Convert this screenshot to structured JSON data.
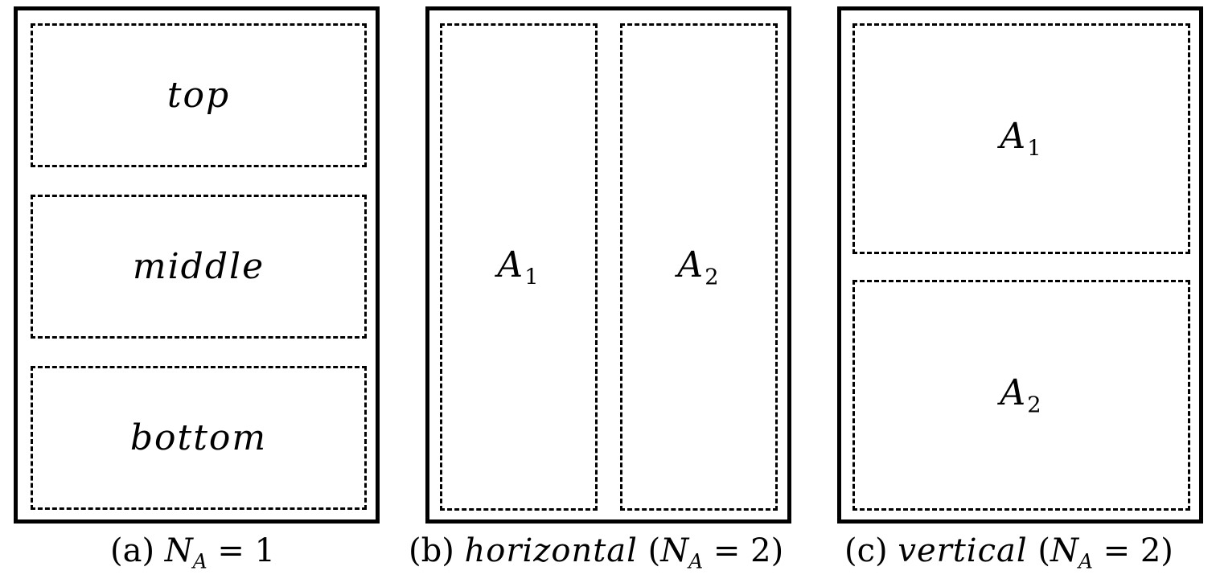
{
  "panel_a": {
    "regions": [
      "top",
      "middle",
      "bottom"
    ],
    "caption": {
      "prefix": "(a)",
      "var": "N",
      "sub": "A",
      "rest": " = 1"
    }
  },
  "panel_b": {
    "regions": [
      {
        "var": "A",
        "sub": "1"
      },
      {
        "var": "A",
        "sub": "2"
      }
    ],
    "caption": {
      "prefix": "(b)",
      "word": "horizontal",
      "paren_open": " (",
      "var": "N",
      "sub": "A",
      "rest": " = 2)"
    }
  },
  "panel_c": {
    "regions": [
      {
        "var": "A",
        "sub": "1"
      },
      {
        "var": "A",
        "sub": "2"
      }
    ],
    "caption": {
      "prefix": "(c)",
      "word": "vertical",
      "paren_open": " (",
      "var": "N",
      "sub": "A",
      "rest": " = 2)"
    }
  }
}
